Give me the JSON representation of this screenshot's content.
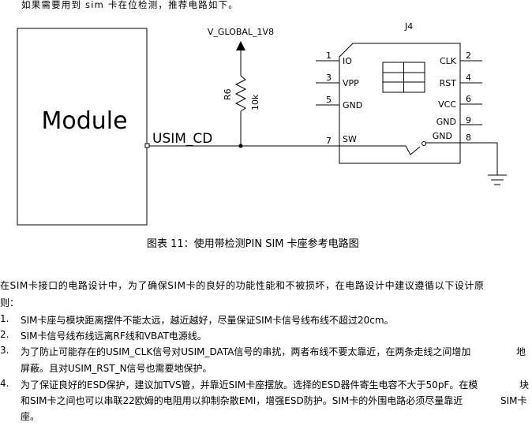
{
  "intro_text": "如果需要用到 sim 卡在位检测，推荐电路如下。",
  "schematic": {
    "module_label": "Module",
    "power_net": "V_GLOBAL_1V8",
    "resistor_ref": "R6",
    "resistor_value": "10k",
    "signal_net": "USIM_CD",
    "connector_ref": "J4",
    "pins_left": [
      {
        "num": "1",
        "name": "IO"
      },
      {
        "num": "3",
        "name": "VPP"
      },
      {
        "num": "5",
        "name": "GND"
      },
      {
        "num": "7",
        "name": "SW"
      }
    ],
    "pins_right": [
      {
        "num": "2",
        "name": "CLK"
      },
      {
        "num": "4",
        "name": "RST"
      },
      {
        "num": "6",
        "name": "VCC"
      },
      {
        "num": "9",
        "name": "GND"
      },
      {
        "num": "8",
        "name": "GND"
      }
    ]
  },
  "figure_caption": "图表 11：使用带检测PIN SIM 卡座参考电路图",
  "paragraph_line1": "在SIM卡接口的电路设计中，为了确保SIM卡的良好的功能性能和不被损坏，在电路设计中建议遵循以下设计原",
  "paragraph_line2": "则：",
  "list": [
    {
      "num": "1.",
      "lines": [
        "SIM卡座与模块距离摆件不能太远，越近越好，尽量保证SIM卡信号线布线不超过20cm。"
      ]
    },
    {
      "num": "2.",
      "lines": [
        "SIM卡信号线布线远离RF线和VBAT电源线。"
      ]
    },
    {
      "num": "3.",
      "lines": [
        "为了防止可能存在的USIM_CLK信号对USIM_DATA信号的串扰，两者布线不要太靠近，在两条走线之间增加",
        "屏蔽。且对USIM_RST_N信号也需要地保护。"
      ]
    },
    {
      "num": "4.",
      "lines": [
        "为了保证良好的ESD保护，建议加TVS管，并靠近SIM卡座摆放。选择的ESD器件寄生电容不大于50pF。在模",
        "和SIM卡之间也可以串联22欧姆的电阻用以抑制杂散EMI，增强ESD防护。SIM卡的外围电路必须尽量靠近",
        "座。"
      ]
    }
  ],
  "side_fragments": {
    "frag3": "地",
    "frag4a": "块",
    "frag4b": "SIM卡"
  }
}
